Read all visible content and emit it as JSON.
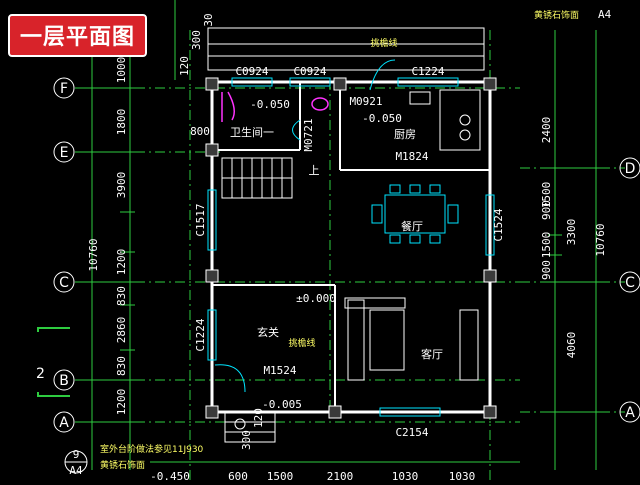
{
  "title": "一层平面图",
  "axes_left": [
    "F",
    "E",
    "C",
    "B",
    "A"
  ],
  "axes_right": [
    "D",
    "C",
    "A"
  ],
  "top_dims": [
    "120",
    "300",
    "30"
  ],
  "left_dims_outer": [
    "10760"
  ],
  "left_dims_inner": [
    "1000",
    "1800",
    "3900",
    "1200",
    "830",
    "2860",
    "830",
    "1200"
  ],
  "right_dims_outer": [
    "10760"
  ],
  "right_dims_inner": [
    "2400",
    "3300",
    "1500",
    "900",
    "4060"
  ],
  "right_dims_mid": [
    "900",
    "1500"
  ],
  "bottom_dims": [
    "-0.450",
    "600",
    "1500",
    "2100",
    "1030",
    "1030"
  ],
  "bottom_dims_small": [
    "300",
    "120"
  ],
  "windows": {
    "c0924a": "C0924",
    "c0924b": "C0924",
    "c1224top": "C1224",
    "c1517": "C1517",
    "c1524": "C1524",
    "c1224left": "C1224",
    "c2154": "C2154"
  },
  "doors": {
    "m0921": "M0921",
    "m0721": "M0721",
    "m1824": "M1824",
    "m1524": "M1524"
  },
  "levels": {
    "wc": "-0.050",
    "kitchen": "-0.050",
    "main": "±0.000",
    "entry": "-0.005"
  },
  "rooms": {
    "wc": "卫生间一",
    "kitchen": "厨房",
    "dining": "餐厅",
    "living": "客厅",
    "entry": "玄关",
    "stair_up": "上"
  },
  "notes": {
    "top_band": "挑檐线",
    "entry_band": "挑檐线",
    "bottom_note": "室外台阶做法参见11J930",
    "tile1": "黄锈石饰面",
    "tile2": "黄锈石饰面",
    "ref_a4_top": "A4",
    "ref_a4_bot": "A4",
    "ref_9": "9",
    "dim800": "800",
    "num2": "2"
  }
}
